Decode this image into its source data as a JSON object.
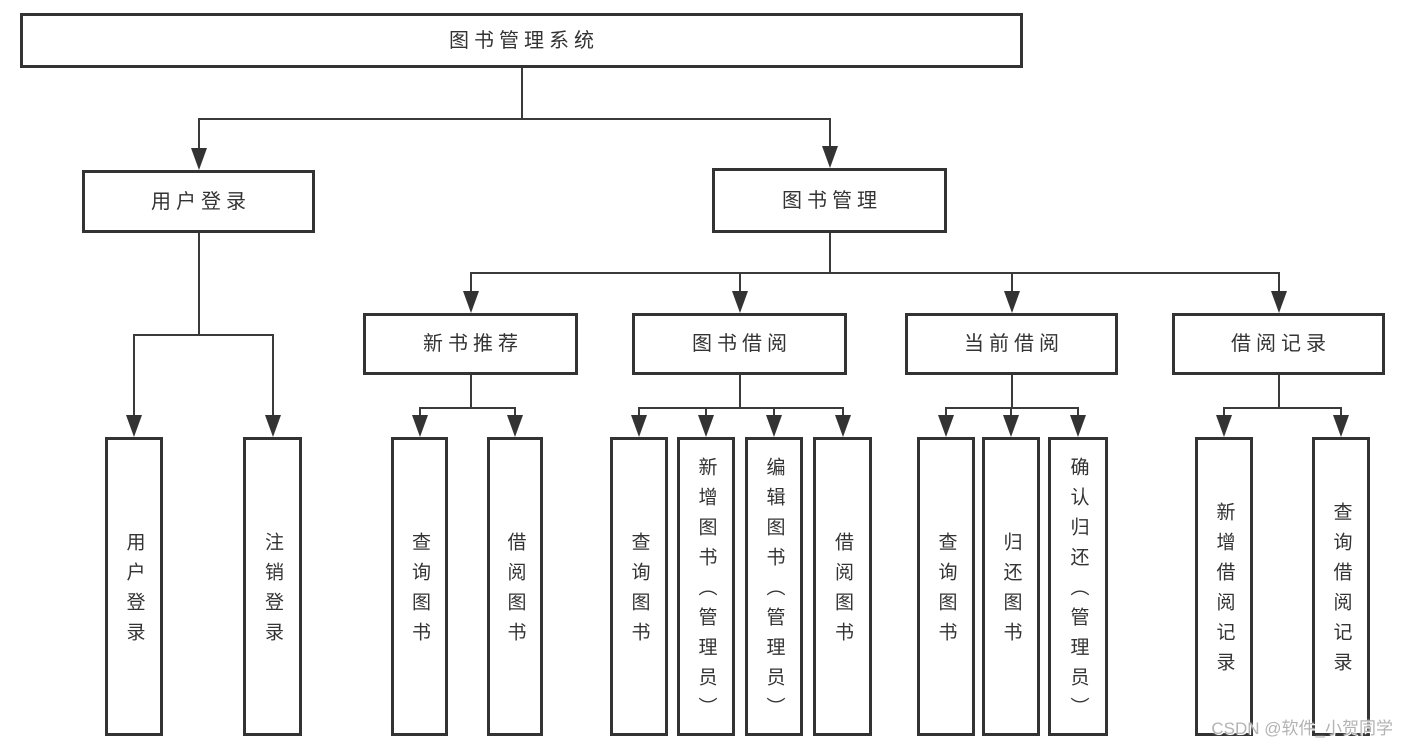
{
  "diagram": {
    "title": "图书管理系统",
    "watermark": "CSDN @软件_小贺同学",
    "line_color": "#333333",
    "nodes": [
      {
        "id": "root",
        "label": "图书管理系统",
        "parent": null,
        "vertical": false
      },
      {
        "id": "user-login",
        "label": "用户登录",
        "parent": "root",
        "vertical": false
      },
      {
        "id": "book-mgmt",
        "label": "图书管理",
        "parent": "root",
        "vertical": false
      },
      {
        "id": "new-book-rec",
        "label": "新书推荐",
        "parent": "book-mgmt",
        "vertical": false
      },
      {
        "id": "book-borrow",
        "label": "图书借阅",
        "parent": "book-mgmt",
        "vertical": false
      },
      {
        "id": "current-borrow",
        "label": "当前借阅",
        "parent": "book-mgmt",
        "vertical": false
      },
      {
        "id": "borrow-records",
        "label": "借阅记录",
        "parent": "book-mgmt",
        "vertical": false
      },
      {
        "id": "login-leaf",
        "label": "用户登录",
        "parent": "user-login",
        "vertical": true
      },
      {
        "id": "logout-leaf",
        "label": "注销登录",
        "parent": "user-login",
        "vertical": true
      },
      {
        "id": "rec-query",
        "label": "查询图书",
        "parent": "new-book-rec",
        "vertical": true
      },
      {
        "id": "rec-borrow",
        "label": "借阅图书",
        "parent": "new-book-rec",
        "vertical": true
      },
      {
        "id": "bb-query",
        "label": "查询图书",
        "parent": "book-borrow",
        "vertical": true
      },
      {
        "id": "bb-add",
        "label": "新增图书（管理员）",
        "parent": "book-borrow",
        "vertical": true
      },
      {
        "id": "bb-edit",
        "label": "编辑图书（管理员）",
        "parent": "book-borrow",
        "vertical": true
      },
      {
        "id": "bb-borrow",
        "label": "借阅图书",
        "parent": "book-borrow",
        "vertical": true
      },
      {
        "id": "cb-query",
        "label": "查询图书",
        "parent": "current-borrow",
        "vertical": true
      },
      {
        "id": "cb-return",
        "label": "归还图书",
        "parent": "current-borrow",
        "vertical": true
      },
      {
        "id": "cb-confirm",
        "label": "确认归还（管理员）",
        "parent": "current-borrow",
        "vertical": true
      },
      {
        "id": "br-add",
        "label": "新增借阅记录",
        "parent": "borrow-records",
        "vertical": true
      },
      {
        "id": "br-query",
        "label": "查询借阅记录",
        "parent": "borrow-records",
        "vertical": true
      }
    ]
  }
}
